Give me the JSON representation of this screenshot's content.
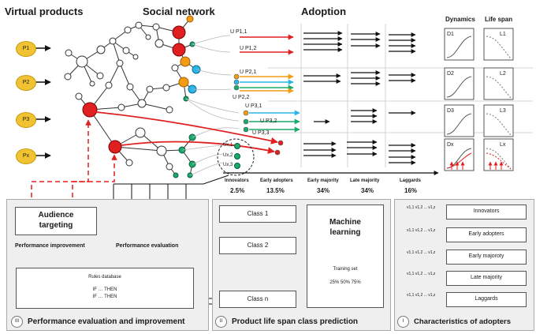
{
  "titles": {
    "virtual_products": "Virtual products",
    "social_network": "Social network",
    "adoption": "Adoption",
    "dynamics": "Dynamics",
    "life_span": "Life span"
  },
  "products": [
    "P1",
    "P2",
    "P3",
    "Px"
  ],
  "utility_labels": [
    "U P1,1",
    "U P1,2",
    "U P2,1",
    "U P2,2",
    "U P3,1",
    "U P3,2",
    "U P3,3"
  ],
  "adopter_labels": [
    "Ux,1",
    "Ux,2",
    "Ux,3"
  ],
  "dynamics_labels": [
    "D1",
    "D2",
    "D3",
    "Dx"
  ],
  "lifespan_labels": [
    "L1",
    "L2",
    "L3",
    "Lx"
  ],
  "adoption_stages": [
    {
      "label": "Innovators",
      "pct": "2.5%"
    },
    {
      "label": "Early adopters",
      "pct": "13.5%"
    },
    {
      "label": "Early majority",
      "pct": "34%"
    },
    {
      "label": "Late majority",
      "pct": "34%"
    },
    {
      "label": "Laggards",
      "pct": "16%"
    }
  ],
  "panel3": {
    "audience_targeting": "Audience targeting",
    "performance_improvement": "Performance improvement",
    "performance_evaluation": "Performance evaluation",
    "rules_database": "Rules database",
    "rule1": "IF … THEN",
    "rule2": "IF … THEN",
    "number": "III",
    "title": "Performance evaluation and improvement"
  },
  "panel2": {
    "classes": [
      "Class 1",
      "Class 2",
      "Class n"
    ],
    "ml_title_line1": "Machine",
    "ml_title_line2": "learning",
    "training_set": "Training set",
    "split": "25% 50% 75%",
    "number": "II",
    "title": "Product life span class prediction"
  },
  "panel1": {
    "categories": [
      "Innovators",
      "Early adopters",
      "Early majoroty",
      "Late majority",
      "Laggards"
    ],
    "vectors": [
      "v1,1  v1,2 ... v1,z",
      "v1,1  v1,2 ... v1,z",
      "v1,1  v1,2 ... v1,z",
      "v1,1  v1,2 ... v1,z",
      "v1,1  v1,2 ... v1,z"
    ],
    "number": "I",
    "title": "Characteristics of adopters"
  },
  "colors": {
    "product_node": "#f1c232",
    "hub_red": "#e02020",
    "orange": "#f39c12",
    "cyan": "#29b6e8",
    "green": "#1aaa6e",
    "panel_bg": "#efefef"
  }
}
